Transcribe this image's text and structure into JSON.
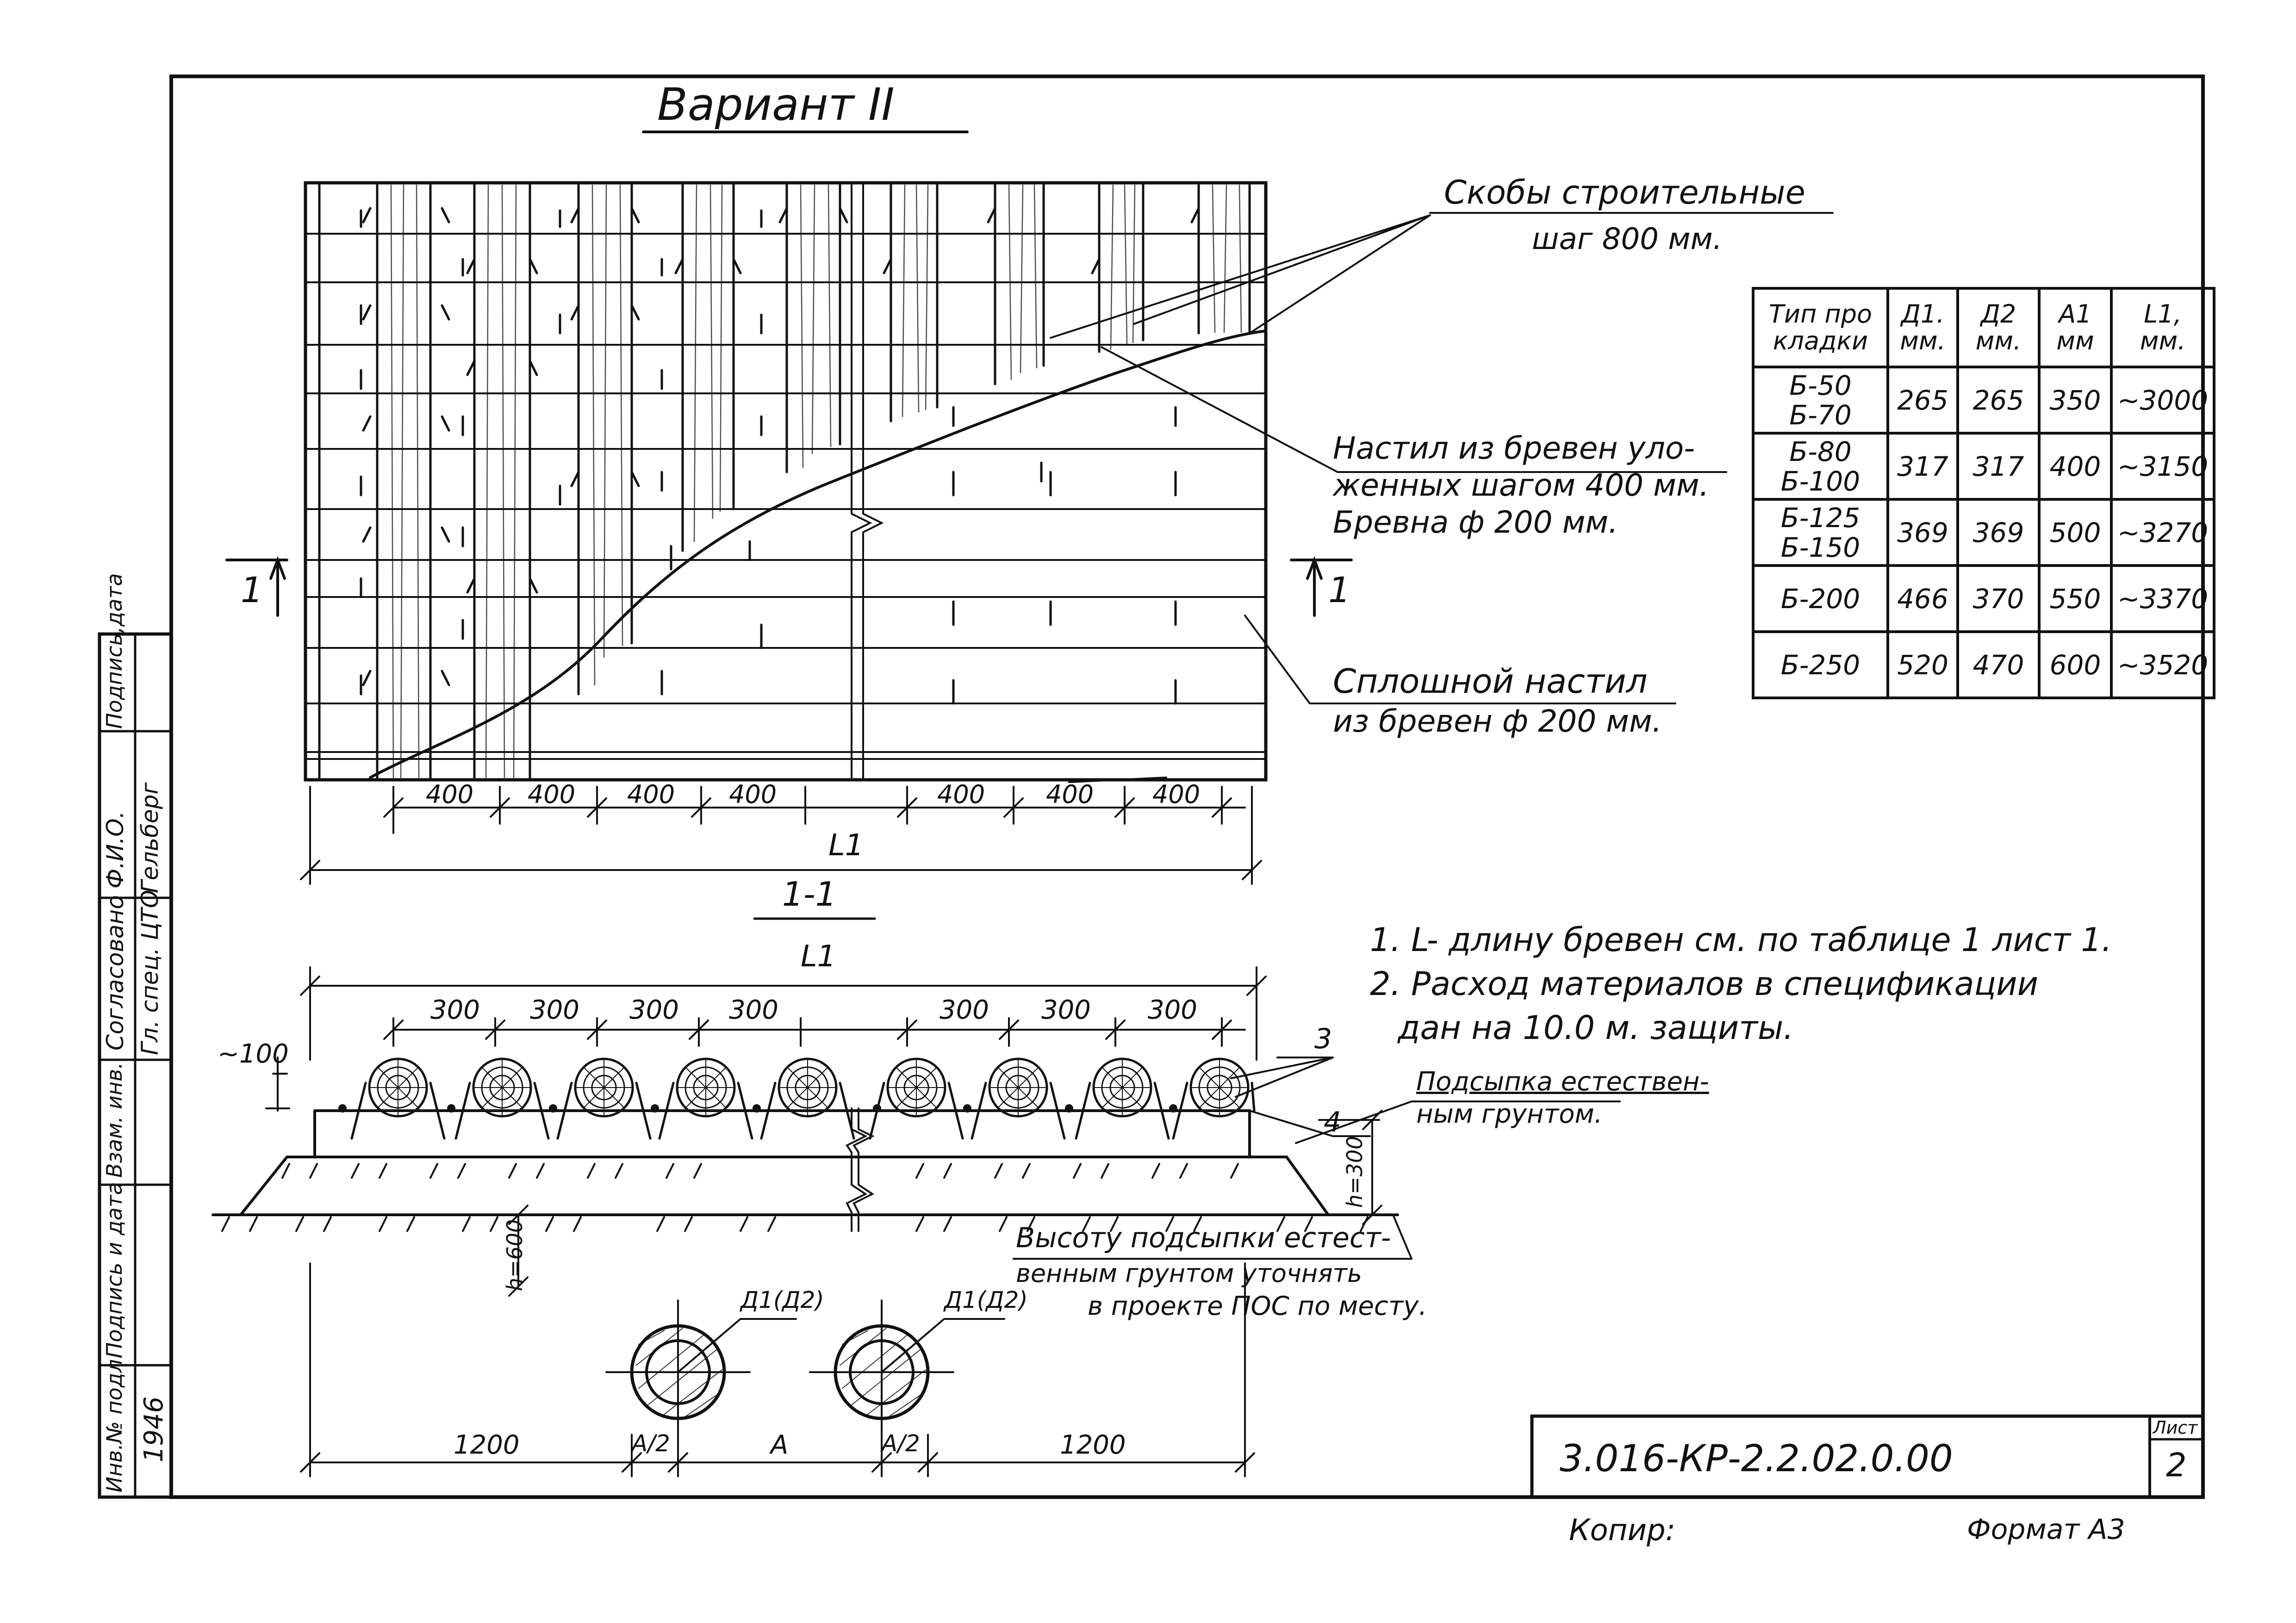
{
  "title": "Вариант II",
  "section_label": "1-1",
  "cut_label": "1",
  "dim_L1": "L1",
  "callouts": {
    "brackets_line1": "Скобы строительные",
    "brackets_line2": "шаг 800 мм.",
    "logs_line1": "Настил из бревен уло-",
    "logs_line2": "женных шагом 400 мм.",
    "logs_line3": "Бревна ф 200 мм.",
    "solid_line1": "Сплошной настил",
    "solid_line2": "из бревен ф 200 мм.",
    "fill_line1": "Подсыпка естествен-",
    "fill_line2": "ным грунтом.",
    "height_line1": "Высоту подсыпки естест-",
    "height_line2": "венным грунтом уточнять",
    "height_line3": "в проекте ПОС по месту."
  },
  "plan_dims": [
    "400",
    "400",
    "400",
    "400",
    "400",
    "400",
    "400"
  ],
  "section_dims": [
    "300",
    "300",
    "300",
    "300",
    "300",
    "300",
    "300"
  ],
  "section_marks": {
    "approx_100": "~100",
    "mark3": "3",
    "mark4": "4",
    "h300": "h=300",
    "h600": "h=600"
  },
  "pipes": {
    "label1": "Д1(Д2)",
    "label2": "Д1(Д2)",
    "dim_left": "1200",
    "dim_a2_left": "A/2",
    "dim_a": "A",
    "dim_a2_right": "A/2",
    "dim_right": "1200"
  },
  "notes": [
    "1. L- длину бревен см. по таблице 1 лист 1.",
    "2. Расход материалов в спецификации",
    "дан на 10.0 м. защиты."
  ],
  "table": {
    "headers": [
      "Тип про\nкладки",
      "Д1.\nмм.",
      "Д2\nмм.",
      "A1\nмм",
      "L1,\nмм."
    ],
    "rows": [
      [
        "Б-50\nБ-70",
        "265",
        "265",
        "350",
        "~3000"
      ],
      [
        "Б-80\nБ-100",
        "317",
        "317",
        "400",
        "~3150"
      ],
      [
        "Б-125\nБ-150",
        "369",
        "369",
        "500",
        "~3270"
      ],
      [
        "Б-200",
        "466",
        "370",
        "550",
        "~3370"
      ],
      [
        "Б-250",
        "520",
        "470",
        "600",
        "~3520"
      ]
    ]
  },
  "stamp": {
    "c1": "Согласовано",
    "c2": "Гл. спец. ЦТО",
    "c3": "Ф.И.О.",
    "c4": "Гельберг",
    "c5": "Подпись,дата",
    "c6": "Взам. инв.",
    "c7": "Подпись и дата",
    "c8": "Инв.№ подл.",
    "c9": "1946"
  },
  "title_block": {
    "code": "3.016-КР-2.2.02.0.00",
    "sheet_label": "Лист",
    "sheet_no": "2"
  },
  "footer": {
    "copy": "Копир:",
    "format": "Формат А3"
  }
}
